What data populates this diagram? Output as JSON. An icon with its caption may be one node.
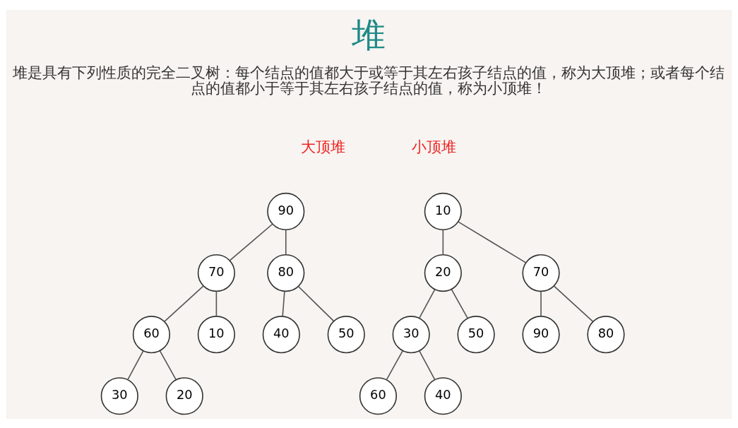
{
  "diagram": {
    "title": "堆",
    "nodes": [
      {
        "text": [
          "90"
        ]
      },
      {
        "text": [
          "70"
        ]
      },
      {
        "text": [
          "80"
        ]
      },
      {
        "text": [
          "60"
        ]
      },
      {
        "text": [
          "10"
        ]
      },
      {
        "text": [
          "40"
        ]
      },
      {
        "text": [
          "50"
        ]
      },
      {
        "text": [
          "30"
        ]
      },
      {
        "text": [
          "20"
        ]
      },
      {
        "text": [
          "10"
        ]
      },
      {
        "text": [
          "20"
        ]
      },
      {
        "text": [
          "70"
        ]
      },
      {
        "text": [
          "30"
        ]
      },
      {
        "text": [
          "50"
        ]
      },
      {
        "text": [
          "90"
        ]
      },
      {
        "text": [
          "80"
        ]
      },
      {
        "text": [
          "60"
        ]
      },
      {
        "text": [
          "40"
        ]
      }
    ],
    "edges": [
      {
        "from": 0,
        "to": 1,
        "arrow": "none"
      },
      {
        "from": 0,
        "to": 2,
        "arrow": "none"
      },
      {
        "from": 1,
        "to": 3,
        "arrow": "none"
      },
      {
        "from": 1,
        "to": 4,
        "arrow": "none"
      },
      {
        "from": 2,
        "to": 5,
        "arrow": "none"
      },
      {
        "from": 2,
        "to": 6,
        "arrow": "none"
      },
      {
        "from": 3,
        "to": 7,
        "arrow": "none"
      },
      {
        "from": 3,
        "to": 8,
        "arrow": "none"
      },
      {
        "from": 9,
        "to": 10,
        "arrow": "none"
      },
      {
        "from": 9,
        "to": 11,
        "arrow": "none"
      },
      {
        "from": 10,
        "to": 12,
        "arrow": "none"
      },
      {
        "from": 10,
        "to": 13,
        "arrow": "none"
      },
      {
        "from": 11,
        "to": 14,
        "arrow": "none"
      },
      {
        "from": 11,
        "to": 15,
        "arrow": "none"
      },
      {
        "from": 12,
        "to": 16,
        "arrow": "none"
      },
      {
        "from": 12,
        "to": 17,
        "arrow": "none"
      }
    ],
    "labels": [
      "堆是具有下列性质的完全二叉树：每个结点的值都大于或等于其左右孩子结点的值，称为大顶堆；或者每个结点的值都小于等于其左右孩子结点的值，称为小顶堆！",
      "大顶堆",
      "小顶堆"
    ]
  }
}
